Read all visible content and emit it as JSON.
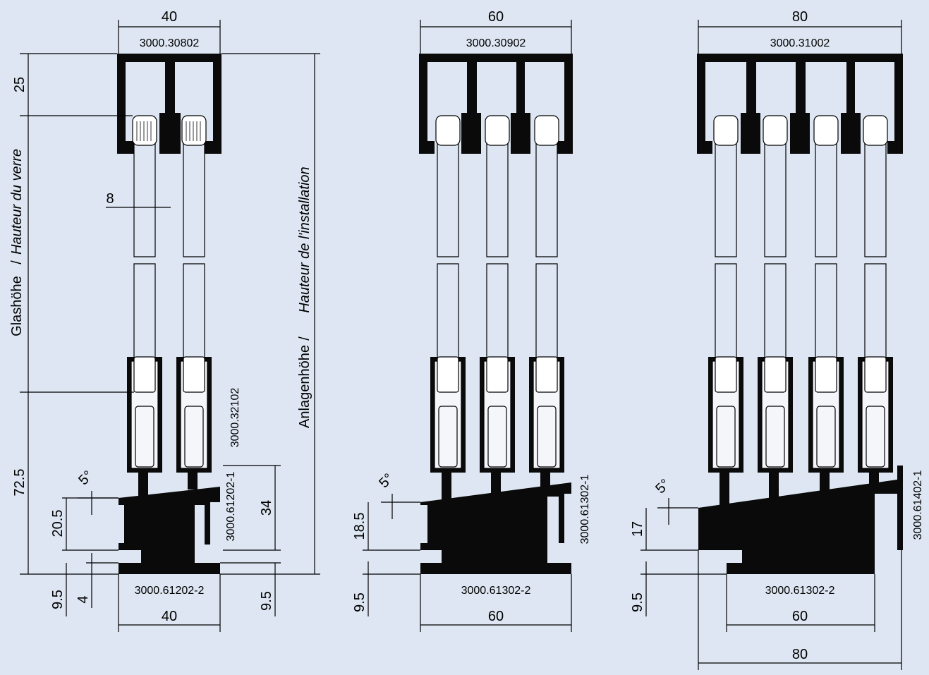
{
  "drawings": [
    {
      "top_width": "40",
      "top_profile": "3000.30802",
      "mid_profile": "3000.32102",
      "bottom_upper_profile": "3000.61202-1",
      "bottom_lower_profile": "3000.61202-2",
      "bottom_width": "40",
      "dims": {
        "top_height": "25",
        "glass_thickness": "8",
        "bottom_height": "72.5",
        "angle": "5°",
        "rail_height": "20.5",
        "base_height": "9.5",
        "base_gap": "4",
        "profile_height": "34",
        "right_base": "9.5"
      },
      "labels": {
        "glass_height_de": "Glashöhe",
        "glass_height_fr": "Hauteur du verre",
        "install_height_de": "Anlagenhöhe",
        "install_height_fr": "Hauteur de l'installation",
        "separator": "/"
      }
    },
    {
      "top_width": "60",
      "top_profile": "3000.30902",
      "bottom_upper_profile": "3000.61302-1",
      "bottom_lower_profile": "3000.61302-2",
      "bottom_width": "60",
      "dims": {
        "angle": "5°",
        "rail_height": "18.5",
        "base_height": "9.5"
      }
    },
    {
      "top_width": "80",
      "top_profile": "3000.31002",
      "bottom_upper_profile": "3000.61402-1",
      "bottom_lower_profile": "3000.61302-2",
      "bottom_inner_width": "60",
      "bottom_width": "80",
      "dims": {
        "angle": "5°",
        "rail_height": "17",
        "base_height": "9.5"
      }
    }
  ],
  "colors": {
    "background": "#dde6f2",
    "profile": "#0a0a0a"
  }
}
